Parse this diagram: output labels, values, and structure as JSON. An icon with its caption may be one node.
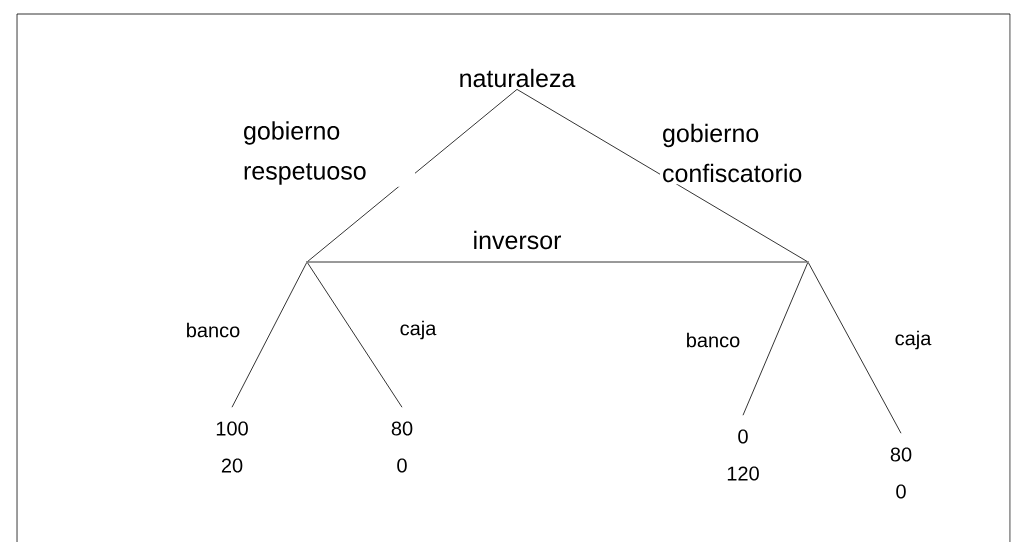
{
  "diagram": {
    "nodes": [
      {
        "text": [
          "naturaleza"
        ]
      },
      {
        "text": [],
        "shape": "point"
      },
      {
        "text": [],
        "shape": "point"
      },
      {
        "text": [
          "100",
          "20"
        ]
      },
      {
        "text": [
          "80",
          "0"
        ]
      },
      {
        "text": [
          "0",
          "120"
        ]
      },
      {
        "text": [
          "80",
          "0"
        ]
      }
    ],
    "edges": [
      {
        "from": 0,
        "to": 1,
        "arrow": "none",
        "label": "gobierno respetuoso"
      },
      {
        "from": 0,
        "to": 2,
        "arrow": "none",
        "label": "gobierno confiscatorio"
      },
      {
        "from": 1,
        "to": 2,
        "arrow": "none",
        "label": "inversor"
      },
      {
        "from": 1,
        "to": 3,
        "arrow": "none",
        "label": "banco"
      },
      {
        "from": 1,
        "to": 4,
        "arrow": "none",
        "label": "caja"
      },
      {
        "from": 2,
        "to": 5,
        "arrow": "none",
        "label": "banco"
      },
      {
        "from": 2,
        "to": 6,
        "arrow": "none",
        "label": "caja"
      }
    ]
  }
}
